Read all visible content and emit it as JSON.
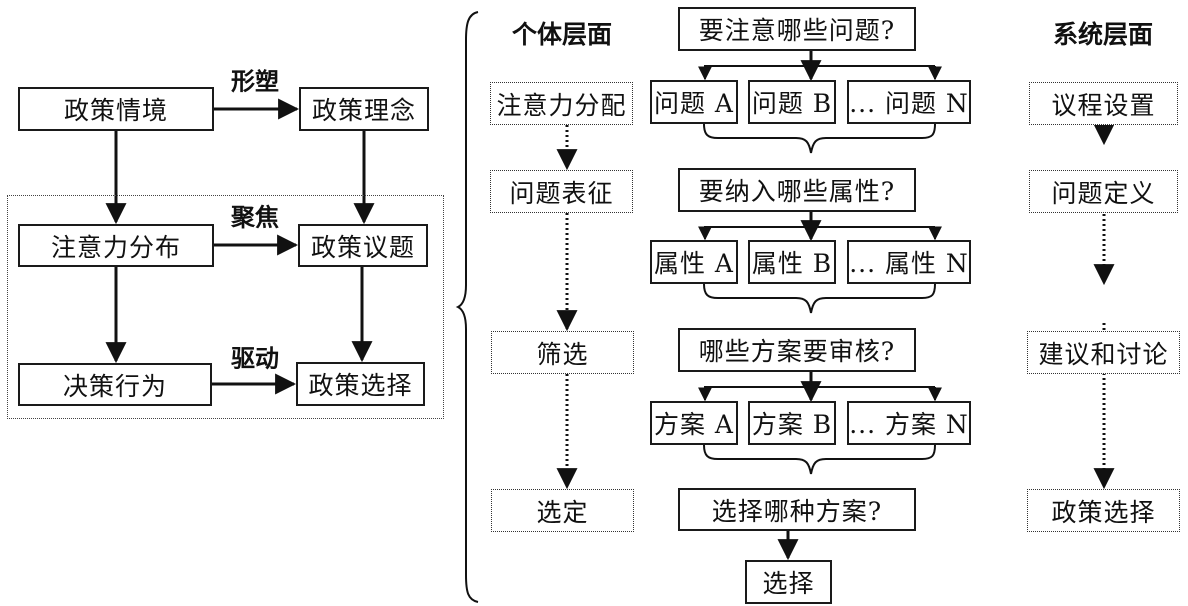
{
  "left_model": {
    "nodes": {
      "policy_context": "政策情境",
      "policy_idea": "政策理念",
      "attention_distribution": "注意力分布",
      "policy_issue": "政策议题",
      "decision_behavior": "决策行为",
      "policy_choice": "政策选择"
    },
    "edge_labels": {
      "shape": "形塑",
      "focus": "聚焦",
      "drive": "驱动"
    }
  },
  "individual_level": {
    "header": "个体层面",
    "stages": [
      "注意力分配",
      "问题表征",
      "筛选",
      "选定"
    ]
  },
  "process": {
    "questions": [
      "要注意哪些问题?",
      "要纳入哪些属性?",
      "哪些方案要审核?",
      "选择哪种方案?"
    ],
    "issues": [
      "问题 A",
      "问题 B",
      "... 问题 N"
    ],
    "attributes": [
      "属性 A",
      "属性 B",
      "... 属性 N"
    ],
    "options": [
      "方案 A",
      "方案 B",
      "... 方案 N"
    ],
    "result": "选择"
  },
  "system_level": {
    "header": "系统层面",
    "stages": [
      "议程设置",
      "问题定义",
      "建议和讨论",
      "政策选择"
    ]
  }
}
